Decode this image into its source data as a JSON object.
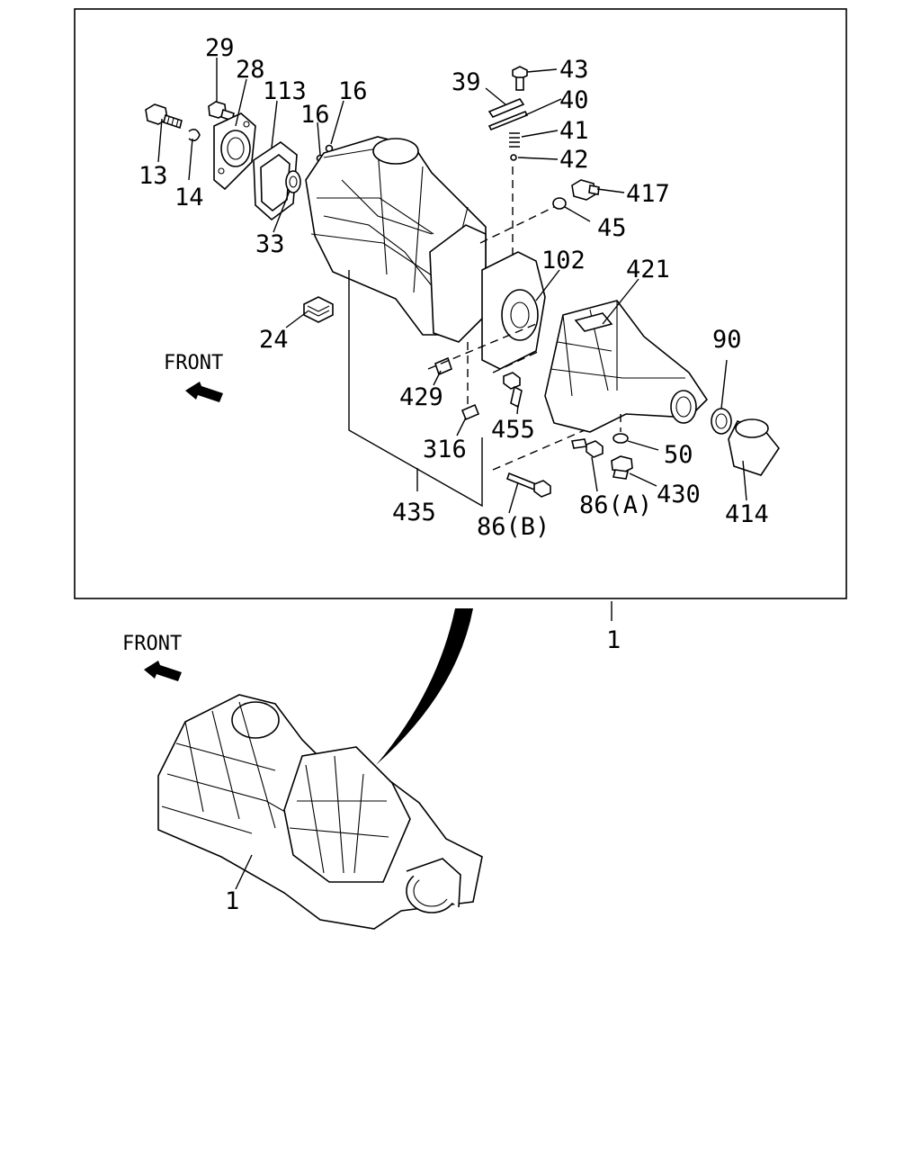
{
  "diagram": {
    "front_labels": [
      "FRONT",
      "FRONT"
    ],
    "assembly_callout": "1",
    "assembly_callout_lower": "1",
    "part_callouts": [
      "29",
      "28",
      "113",
      "16",
      "16",
      "13",
      "14",
      "33",
      "24",
      "39",
      "43",
      "40",
      "41",
      "42",
      "417",
      "45",
      "102",
      "421",
      "90",
      "429",
      "316",
      "455",
      "435",
      "86(B)",
      "86(A)",
      "50",
      "430",
      "414"
    ]
  }
}
